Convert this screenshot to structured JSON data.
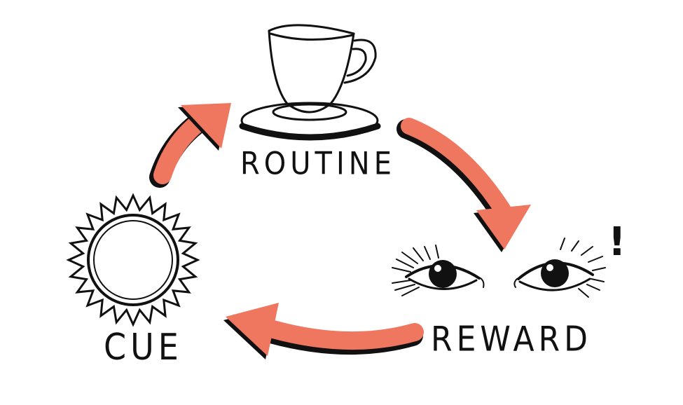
{
  "labels": {
    "routine": "ROUTINE",
    "reward": "REWARD",
    "cue": "CUE",
    "exclamation": "!"
  },
  "icons": {
    "routine": "teacup-icon",
    "reward": "eyes-icon",
    "cue": "sun-icon"
  },
  "colors": {
    "arrow": "#ef7760",
    "ink": "#111111",
    "background": "#ffffff"
  }
}
